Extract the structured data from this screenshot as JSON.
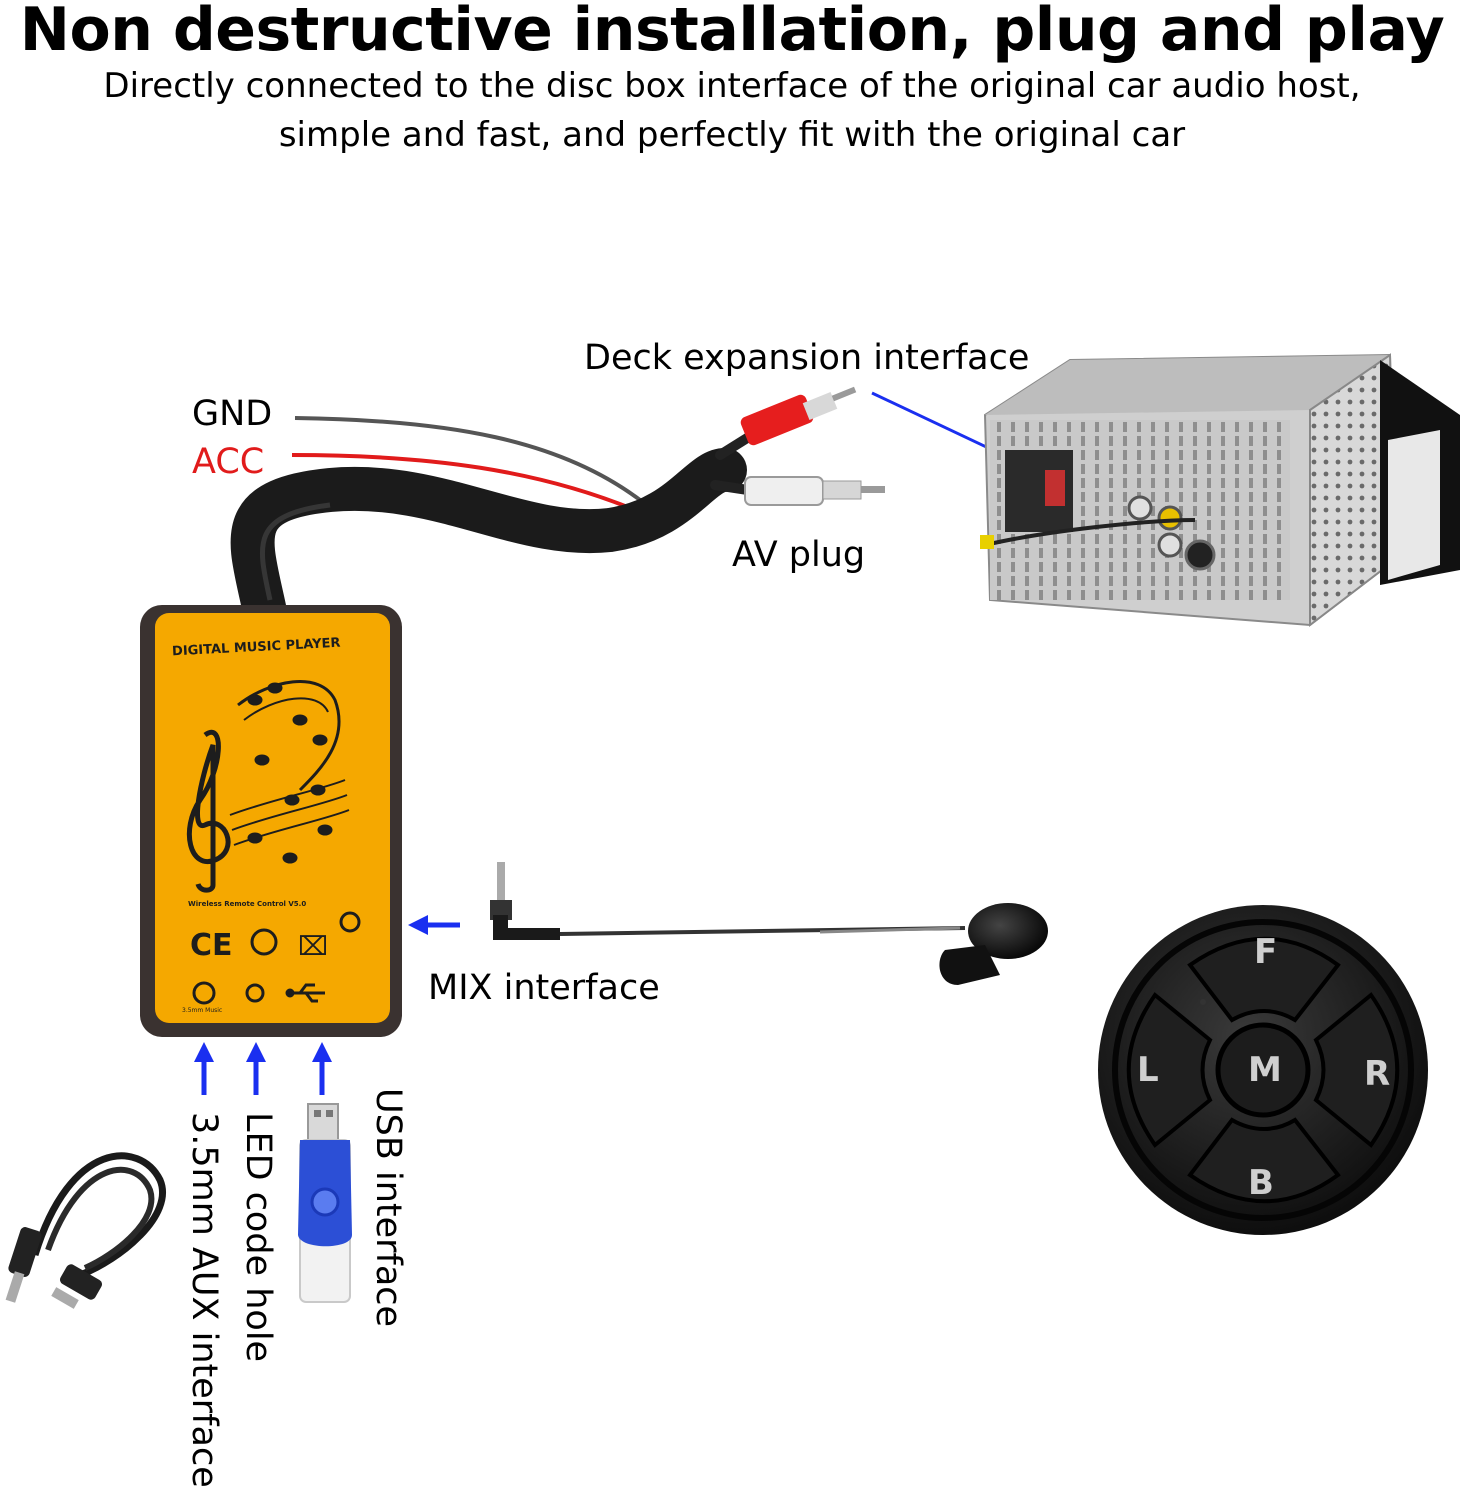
{
  "header": {
    "title": "Non destructive installation, plug and play",
    "subtitle_line1": "Directly connected to the disc box interface of the original car audio host,",
    "subtitle_line2": "simple and fast, and perfectly fit with the original car"
  },
  "labels": {
    "deck": "Deck expansion interface",
    "gnd": "GND",
    "acc": "ACC",
    "av": "AV plug",
    "mix": "MIX interface",
    "aux": "3.5mm AUX interface",
    "led": "LED code hole",
    "usb": "USB interface"
  },
  "device": {
    "brand": "DIGITAL MUSIC PLAYER",
    "model": "Wireless Remote Control V5.0",
    "port_caption": "3.5mm Music"
  },
  "remote": {
    "up": "F",
    "left": "L",
    "center": "M",
    "right": "R",
    "down": "B"
  },
  "colors": {
    "arrow": "#1a2ff0",
    "acc": "#e11b1b",
    "device_body": "#f5a800",
    "device_shell": "#3a3230",
    "leader_line": "#1a2ff0"
  }
}
